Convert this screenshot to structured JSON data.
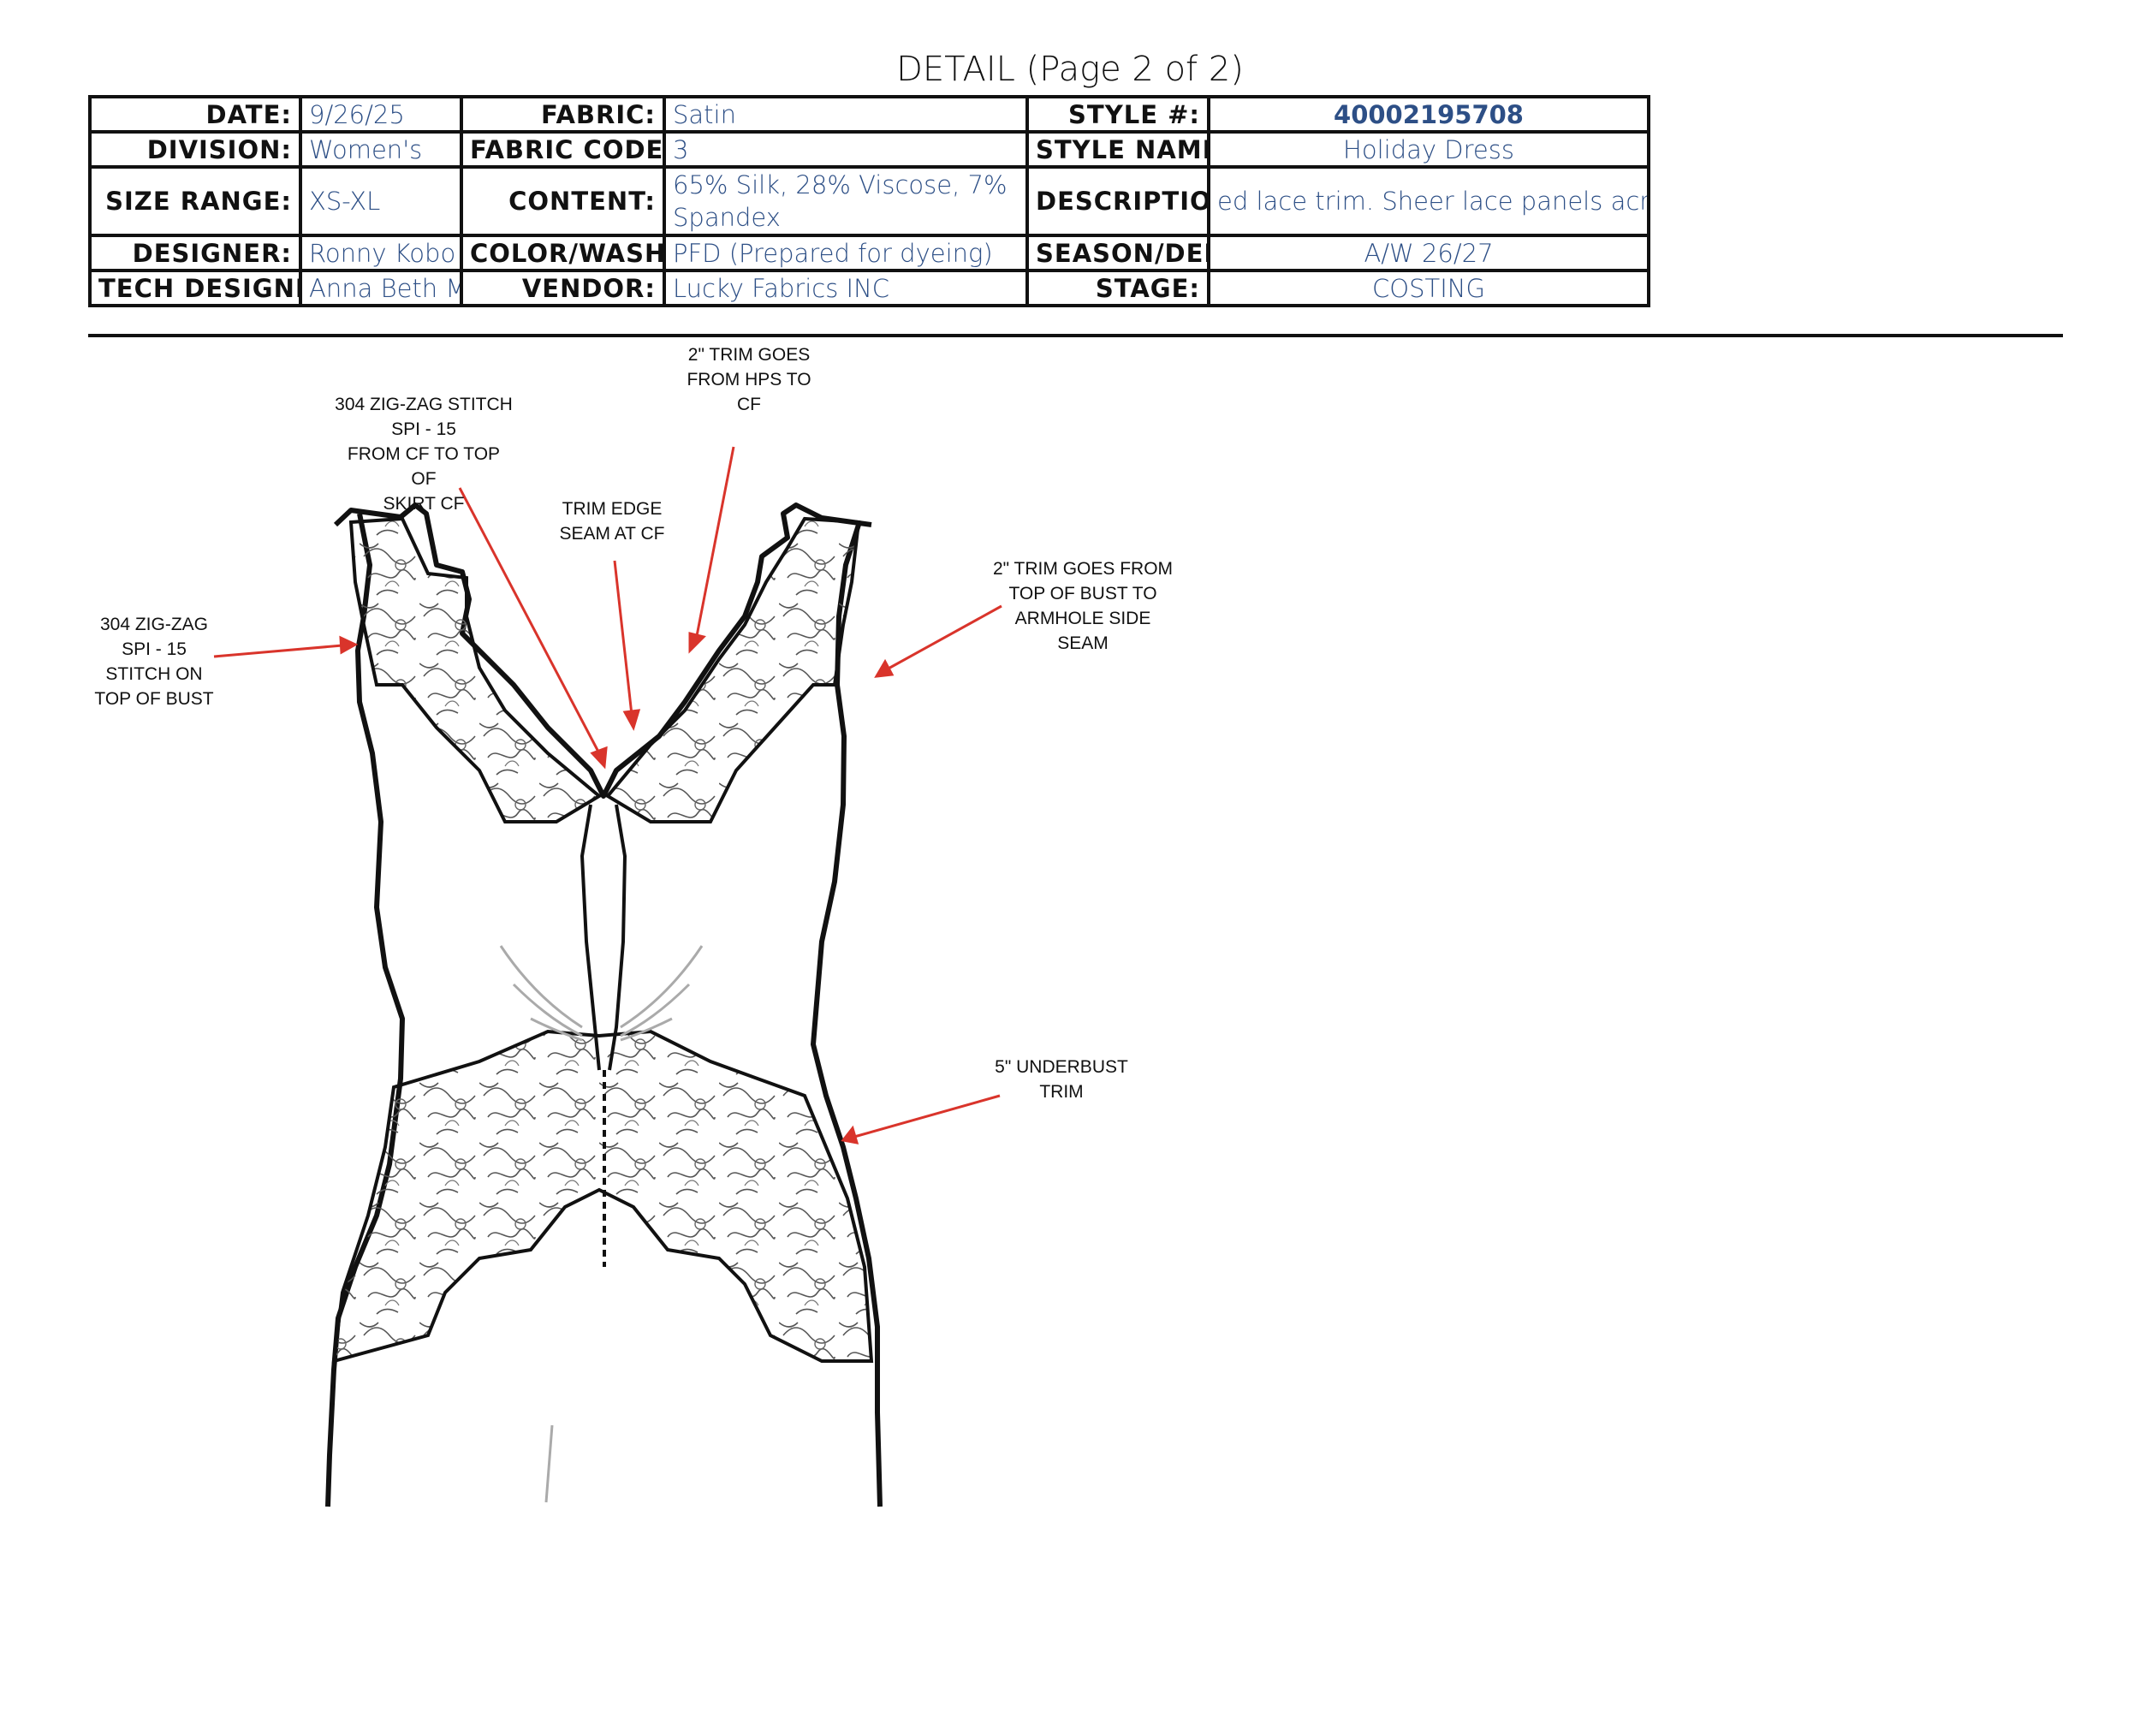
{
  "title": "DETAIL (Page 2 of 2)",
  "spec": {
    "date_label": "DATE:",
    "date": "9/26/25",
    "fabric_label": "FABRIC:",
    "fabric": "Satin",
    "style_no_label": "STYLE #:",
    "style_no": "40002195708",
    "division_label": "DIVISION:",
    "division": "Women's",
    "fabric_code_label": "FABRIC CODE:",
    "fabric_code": "3",
    "style_name_label": "STYLE NAME:",
    "style_name": "Holiday Dress",
    "size_range_label": "SIZE RANGE:",
    "size_range": "XS-XL",
    "content_label": "CONTENT:",
    "content": "65% Silk, 28% Viscose, 7% Spandex",
    "description_label": "DESCRIPTION:",
    "description": "ed lace trim. Sheer lace panels across t",
    "designer_label": "DESIGNER:",
    "designer": "Ronny Kobo",
    "color_wash_label": "COLOR/WASH:",
    "color_wash": "PFD (Prepared for dyeing)",
    "season_label": "SEASON/DEL:",
    "season": "A/W 26/27",
    "tech_designer_label": "TECH DESIGNER:",
    "tech_designer": "Anna Beth Mc",
    "vendor_label": "VENDOR:",
    "vendor": "Lucky Fabrics INC",
    "stage_label": "STAGE:",
    "stage": "COSTING"
  },
  "callouts": {
    "trim_hps": "2\" TRIM GOES\nFROM HPS TO\nCF",
    "zigzag_cf": "304 ZIG-ZAG STITCH\nSPI - 15\nFROM CF TO TOP OF\nSKIRT CF",
    "trim_edge": "TRIM EDGE\nSEAM AT CF",
    "trim_armhole": "2\" TRIM GOES FROM\nTOP OF BUST TO\nARMHOLE SIDE\nSEAM",
    "zigzag_bust": "304 ZIG-ZAG\nSPI - 15\nSTITCH ON\nTOP OF BUST",
    "underbust": "5\" UNDERBUST\nTRIM"
  },
  "colors": {
    "value_text": "#2d4f86",
    "arrow": "#d9342b",
    "outline": "#111111"
  }
}
